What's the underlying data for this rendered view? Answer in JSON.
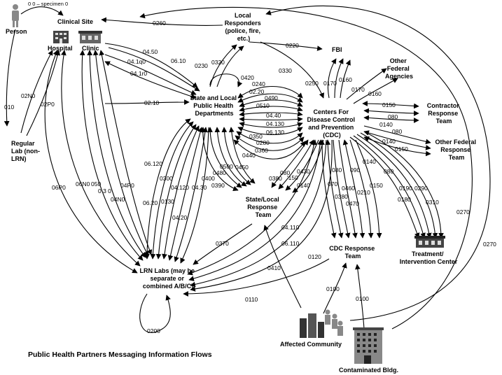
{
  "title": "Public Health Partners Messaging Information Flows",
  "person_note": "0 0 – specimen 0",
  "nodes": {
    "person": "Person",
    "clinical_site": "Clinical Site",
    "hospital": "Hospital",
    "clinic": "Clinic",
    "local_responders": [
      "Local",
      "Responders",
      "(police, fire,",
      "etc.)"
    ],
    "fbi": "FBI",
    "other_federal": [
      "Other",
      "Federal",
      "Agencies"
    ],
    "state_local": [
      "State and Local",
      "Public Health",
      "Departments"
    ],
    "cdc": [
      "Centers For",
      "Disease Control",
      "and Prevention",
      "(CDC)"
    ],
    "contractor": [
      "Contractor",
      "Response",
      "Team"
    ],
    "other_federal_team": [
      "Other Federal",
      "Response",
      "Team"
    ],
    "regular_lab": [
      "Regular",
      "Lab (non-",
      "LRN)"
    ],
    "state_local_team": [
      "State/Local",
      "Response",
      "Team"
    ],
    "treatment": [
      "Treatment/",
      "Intervention Center"
    ],
    "cdc_team": [
      "CDC Response",
      "Team"
    ],
    "lrn": [
      "LRN Labs (may be",
      "separate or",
      "combined A/B/C)"
    ],
    "affected": "Affected Community",
    "contaminated": "Contaminated Bldg."
  },
  "edge_labels": {
    "e0260": "0260",
    "e0450": "04.50",
    "e0610": "06.10",
    "e041q0": "04.1q0",
    "e041r0": "04.1r0",
    "e0230": "0230",
    "e0320": "0320",
    "e0420": "0420",
    "e0220": "0220",
    "e0330": "0330",
    "e0250": "0250",
    "e0170a": "0170",
    "e0160a": "0160",
    "e0170b": "0170",
    "e0160b": "0160",
    "e0240": "0240",
    "e0220b": "02.20",
    "e0490": "0490",
    "e0510": "0510",
    "e0440": "04.40",
    "e04130": "04.130",
    "e06130": "06.130",
    "e0350": "0350",
    "e0280": "0280",
    "e0360": "0360",
    "e0440b": "0440",
    "e0210": "02.10",
    "e0150a": "0150",
    "e0080a": "080",
    "e0140a": "0140",
    "e0080b": "080",
    "e0140b": "0140",
    "e0150b": "0150",
    "e010": "010",
    "e02n0": "02N0",
    "e02p0": "02P0",
    "e06120": "06.120",
    "e0300": "0300",
    "e0500": "0500",
    "e0450b": "0450",
    "e0400": "0400",
    "e0480": "0480",
    "e0390": "0390",
    "e0380": "0380",
    "e0080c": "080",
    "e0430": "0430",
    "e0150c": "'150",
    "e0140c": "0140",
    "e0620": "06.20",
    "e0130": "0130",
    "e04120": "04.120",
    "e0430b": "04.30",
    "e0420b": "04.20",
    "e06p0": "06P0",
    "e06n0": "06N0",
    "e050": "050",
    "e0300b": "0 3 0",
    "e04n0": "04N0",
    "e04p0": "04P0",
    "e0080d": "080",
    "e0070": "070",
    "e0090": "090",
    "e0380b": "0380",
    "e0460": "0460",
    "e0470": "0470",
    "e0210b": "0210",
    "e0140d": "0140",
    "e0150d": "0150",
    "e0080e": "080",
    "e0190": "0190",
    "e0180": "0180",
    "e0290": "0290",
    "e0310": "0310",
    "e04110": "04.110",
    "e06110": "06.110",
    "e0120": "0120",
    "e0410": "0410",
    "e0370": "0370",
    "e0110": "0110",
    "e0100a": "0100",
    "e0100b": "0100",
    "e0200": "0200",
    "e0270a": "0270",
    "e0270b": "0270"
  }
}
